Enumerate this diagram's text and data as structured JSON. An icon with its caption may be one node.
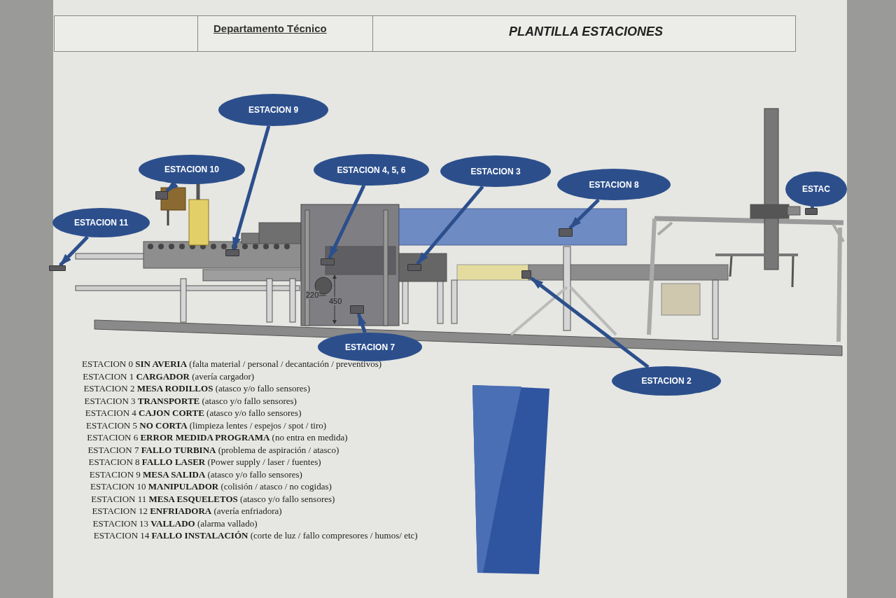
{
  "diagram": {
    "title": "PLANTILLA ESTACIONES",
    "nodes": [
      {
        "text": [
          "ESTACION 9"
        ]
      },
      {
        "text": [
          "ESTACION 10"
        ]
      },
      {
        "text": [
          "ESTACION 4, 5, 6"
        ]
      },
      {
        "text": [
          "ESTACION 3"
        ]
      },
      {
        "text": [
          "ESTACION 8"
        ]
      },
      {
        "text": [
          "ESTAC"
        ]
      },
      {
        "text": [
          "ESTACION 11"
        ]
      },
      {
        "text": [
          "ESTACION 7"
        ]
      },
      {
        "text": [
          "ESTACION 2"
        ]
      },
      {
        "text": [],
        "shape": "box"
      },
      {
        "text": [],
        "shape": "box"
      },
      {
        "text": [],
        "shape": "box"
      },
      {
        "text": [],
        "shape": "box"
      },
      {
        "text": [],
        "shape": "box"
      },
      {
        "text": [],
        "shape": "box"
      },
      {
        "text": [],
        "shape": "box"
      },
      {
        "text": [],
        "shape": "box"
      },
      {
        "text": [],
        "shape": "box"
      }
    ],
    "edges": [
      {
        "from": 0,
        "to": 9,
        "arrow": "to"
      },
      {
        "from": 1,
        "to": 10,
        "arrow": "to"
      },
      {
        "from": 2,
        "to": 11,
        "arrow": "to"
      },
      {
        "from": 3,
        "to": 12,
        "arrow": "to"
      },
      {
        "from": 4,
        "to": 13,
        "arrow": "to"
      },
      {
        "from": 5,
        "to": 14,
        "arrow": "to"
      },
      {
        "from": 6,
        "to": 15,
        "arrow": "to"
      },
      {
        "from": 7,
        "to": 16,
        "arrow": "to"
      },
      {
        "from": 8,
        "to": 17,
        "arrow": "to"
      }
    ],
    "labels": [
      "Departamento Técnico",
      "220",
      "450",
      "ESTACION 0 **SIN AVERIA** (falta material / personal / decantación / preventivos)",
      "ESTACION 1 **CARGADOR** (avería cargador)",
      "ESTACION 2 **MESA RODILLOS** (atasco y/o fallo sensores)",
      "ESTACION 3 **TRANSPORTE** (atasco y/o fallo sensores)",
      "ESTACION 4 **CAJON CORTE** (atasco y/o fallo sensores)",
      "ESTACION 5 **NO CORTA** (limpieza lentes / espejos / spot / tiro)",
      "ESTACION 6 **ERROR MEDIDA PROGRAMA** (no entra en medida)",
      "ESTACION 7 **FALLO TURBINA** (problema de aspiración / atasco)",
      "ESTACION 8 **FALLO LASER** (Power supply / laser / fuentes)",
      "ESTACION 9 **MESA SALIDA** (atasco y/o fallo sensores)",
      "ESTACION 10 **MANIPULADOR** (colisión / atasco / no cogidas)",
      "ESTACION 11 **MESA ESQUELETOS** (atasco y/o fallo sensores)",
      "ESTACION 12 **ENFRIADORA** (avería enfriadora)",
      "ESTACION 13 **VALLADO** (alarma vallado)",
      "ESTACION 14 **FALLO INSTALACIÓN** (corte de luz / fallo compresores / humos/ etc)"
    ]
  }
}
